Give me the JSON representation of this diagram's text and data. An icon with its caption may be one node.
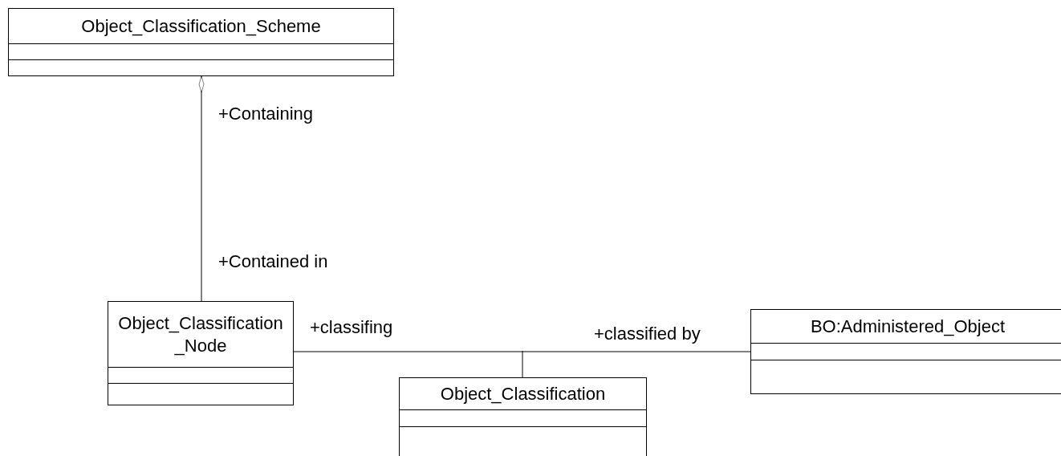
{
  "diagram": {
    "nodes": [
      {
        "text": [
          "Object_Classification_Scheme"
        ]
      },
      {
        "text": [
          "Object_Classification_Node"
        ]
      },
      {
        "text": [
          "Object_Classification"
        ]
      },
      {
        "text": [
          "BO:Administered_Object"
        ]
      }
    ],
    "edges": [
      {
        "from": 1,
        "to": 0,
        "arrow": "other"
      },
      {
        "from": 1,
        "to": 3,
        "arrow": "none"
      },
      {
        "from": 2,
        "to": null,
        "arrow": "none"
      }
    ],
    "labels": [
      "+Containing",
      "+Contained in",
      "+classifing",
      "+classified by"
    ]
  }
}
